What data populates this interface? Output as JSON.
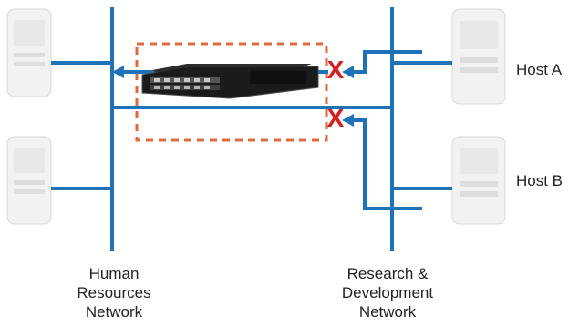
{
  "networks": {
    "left": {
      "label": "Human\nResources\nNetwork"
    },
    "right": {
      "label": "Research &\nDevelopment\nNetwork"
    }
  },
  "hosts": {
    "a": {
      "label": "Host A"
    },
    "b": {
      "label": "Host B"
    }
  },
  "markers": {
    "blocked_a": "X",
    "blocked_b": "X"
  },
  "colors": {
    "line": "#1e73b8",
    "dashed_box": "#e06a3c",
    "x_mark": "#d91c1c",
    "server_body": "#f2f2f2",
    "server_edge": "#d8d8d8",
    "switch_body": "#1b1b1b",
    "switch_edge": "#4d4d4d",
    "label": "#222222"
  }
}
